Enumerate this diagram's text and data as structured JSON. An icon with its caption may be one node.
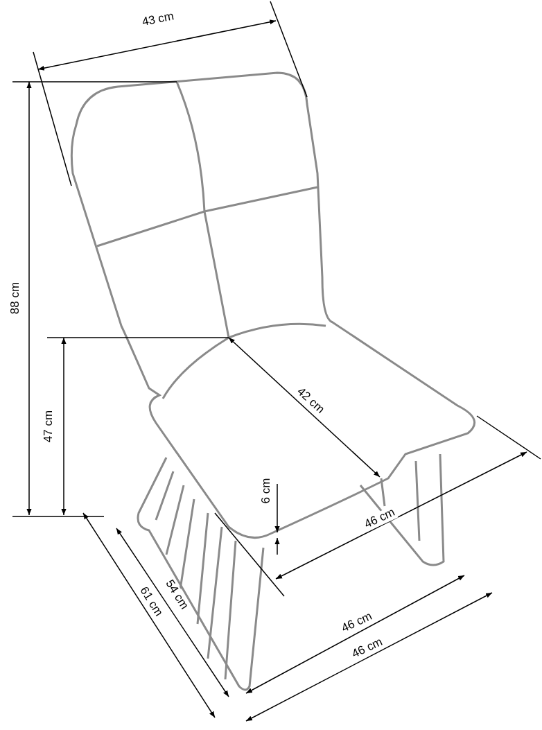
{
  "diagram": {
    "labels": [
      "43 cm",
      "88 cm",
      "42 cm",
      "47 cm",
      "6 cm",
      "46 cm",
      "54 cm",
      "61 cm",
      "46 cm",
      "46 cm"
    ]
  }
}
